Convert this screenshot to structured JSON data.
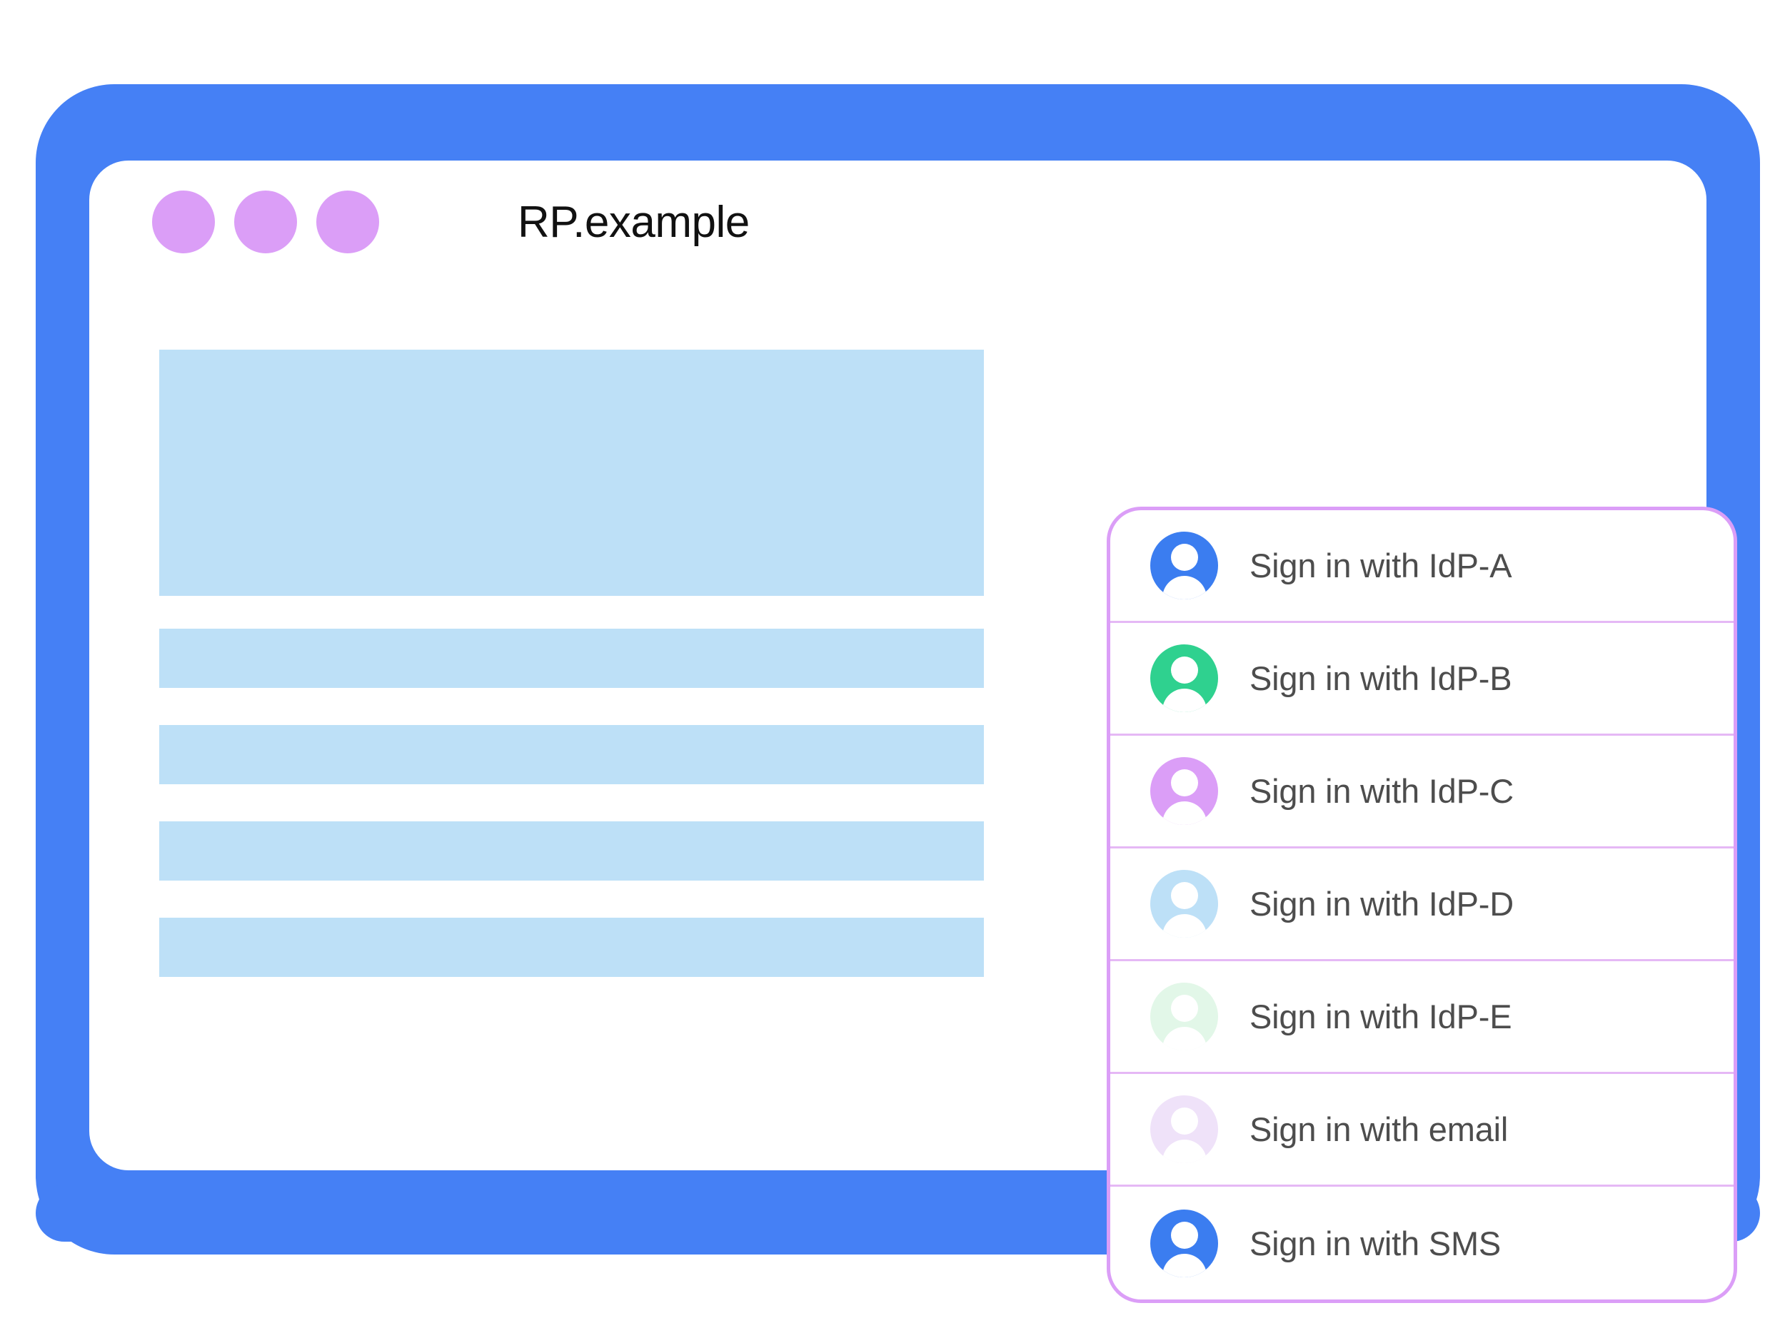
{
  "window": {
    "title": "RP.example",
    "traffic_lights": [
      "dot-1",
      "dot-2",
      "dot-3"
    ]
  },
  "colors": {
    "device_frame": "#4580f5",
    "screen": "#ffffff",
    "placeholder": "#bde0f7",
    "traffic_light": "#db9ef7",
    "panel_border": "#db9ef7",
    "row_divider": "#e5b8f5",
    "label_text": "#4d4d4d",
    "title_text": "#111111"
  },
  "content_placeholders": [
    {
      "name": "hero-block",
      "shape": "hero"
    },
    {
      "name": "text-bar-1",
      "shape": "bar"
    },
    {
      "name": "text-bar-2",
      "shape": "bar"
    },
    {
      "name": "text-bar-3",
      "shape": "bar"
    },
    {
      "name": "text-bar-4",
      "shape": "bar"
    }
  ],
  "account_chooser": {
    "rows": [
      {
        "label": "Sign in with IdP-A",
        "icon": "account-avatar-icon",
        "avatar_color": "#3b7df0"
      },
      {
        "label": "Sign in with IdP-B",
        "icon": "account-avatar-icon",
        "avatar_color": "#2fd18f"
      },
      {
        "label": "Sign in with IdP-C",
        "icon": "account-avatar-icon",
        "avatar_color": "#db9ef7"
      },
      {
        "label": "Sign in with IdP-D",
        "icon": "account-avatar-icon",
        "avatar_color": "#bde0f7"
      },
      {
        "label": "Sign in with IdP-E",
        "icon": "account-avatar-icon",
        "avatar_color": "#e2f7e8"
      },
      {
        "label": "Sign in with email",
        "icon": "account-avatar-icon",
        "avatar_color": "#efe2f9"
      },
      {
        "label": "Sign in with SMS",
        "icon": "account-avatar-icon",
        "avatar_color": "#3b7df0"
      }
    ]
  }
}
